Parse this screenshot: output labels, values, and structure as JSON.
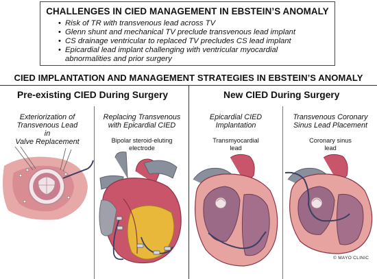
{
  "challenges": {
    "title": "CHALLENGES IN CIED MANAGEMENT IN EBSTEIN’S ANOMALY",
    "items": [
      "Risk of TR with transvenous lead across TV",
      "Glenn shunt and mechanical TV preclude transvenous lead implant",
      "CS drainage ventricular to replaced TV precludes CS lead implant",
      "Epicardial lead implant challenging with ventricular myocardial",
      "abnormalities and prior surgery"
    ]
  },
  "strategies": {
    "title": "CIED IMPLANTATION AND MANAGEMENT STRATEGIES IN EBSTEIN’S ANOMALY",
    "groups": [
      "Pre-existing CIED During Surgery",
      "New CIED During Surgery"
    ],
    "panels": [
      {
        "title": [
          "Exteriorization of",
          "Transvenous Lead",
          "in",
          "Valve Replacement"
        ],
        "callout": []
      },
      {
        "title": [
          "Replacing Transvenous",
          "with Epicardial CIED"
        ],
        "callout": [
          "Bipolar steroid-eluting",
          "electrode"
        ]
      },
      {
        "title": [
          "Epicardial CIED",
          "Implantation"
        ],
        "callout": [
          "Transmyocardial",
          "lead"
        ]
      },
      {
        "title": [
          "Transvenous Coronary",
          "Sinus Lead Placement"
        ],
        "callout": [
          "Coronary sinus",
          "lead"
        ]
      }
    ]
  },
  "credit": "© MAYO CLINIC",
  "colors": {
    "myocardium": "#c9556a",
    "chamber_wall": "#e7a3a0",
    "epicardium_yellow": "#e7b83a",
    "great_vessel": "#8a8f9c",
    "lead_wire": "#3a3f63"
  },
  "icons": [
    "valve-illustration",
    "heart-epicardial-illustration",
    "heart-cutaway-illustration",
    "heart-cs-lead-illustration"
  ]
}
